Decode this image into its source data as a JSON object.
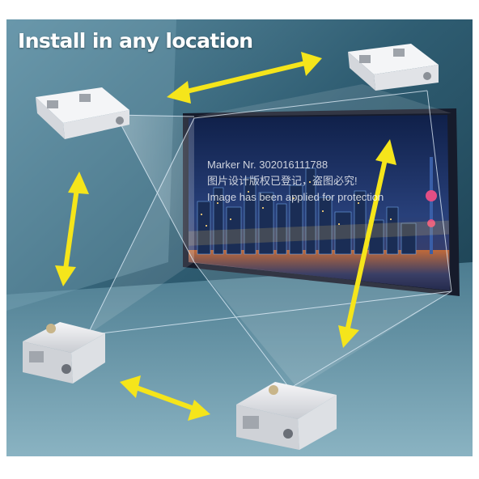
{
  "headline": "Install in any location",
  "watermark": {
    "line1": "Marker Nr. 302016111788",
    "line2": "图片设计版权已登记，盗图必究!",
    "line3": "Image has been applied for protection"
  },
  "colors": {
    "room_wall": "#2e5b70",
    "room_floor": "#5f8ea0",
    "screen_frame": "#171c2c",
    "arrow": "#f5e51b",
    "projector_body": "#e4e5e8"
  }
}
